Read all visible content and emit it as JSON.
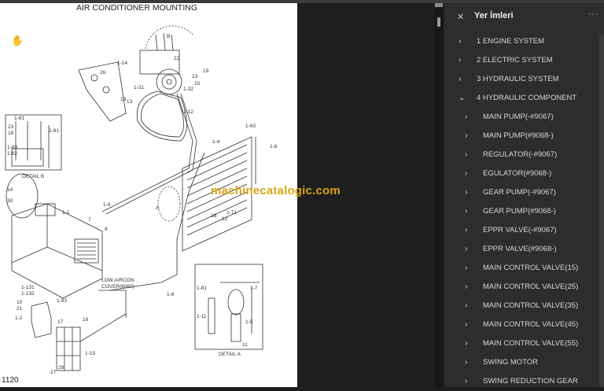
{
  "document": {
    "title": "AIR CONDITIONER MOUNTING",
    "page_number": "1120",
    "watermark": "machinecatalogic.com",
    "labels": {
      "b": "B",
      "a": "A",
      "l1_14": "1-14",
      "l26": "26",
      "l19a": "19",
      "l13a": "13",
      "l1_31": "1-31",
      "l1_32": "1-32",
      "l22": "22",
      "l19b": "19",
      "l13b": "13",
      "l15": "15",
      "l1_12": "1-12",
      "l1_4": "1-4",
      "l1_63a": "1-63",
      "l1_6": "1-6",
      "l1_61": "1-61",
      "l23": "23",
      "l18a": "18",
      "l1_91": "1-91",
      "l1_63b": "1-63",
      "l1_62": "1-62",
      "detail_b": "DETAIL B",
      "l14": "14",
      "l30": "30",
      "l1_1": "1-1",
      "l1_9": "1-9",
      "l7": "7",
      "l8": "8",
      "l18b": "18",
      "l12": "12",
      "l1_71": "1-71",
      "l1_8": "1-8",
      "l1_131": "1-131",
      "l1_132": "1-132",
      "l10": "10",
      "l21": "21",
      "l1_2": "1-2",
      "l1_93": "1-93",
      "l17": "17",
      "l16": "16",
      "l1_15": "1-15",
      "l28": "28",
      "l27": "27",
      "l1_81": "1-81",
      "l1_11": "1-11",
      "l1_5": "1-5",
      "l11": "11",
      "l1_7": "1-7",
      "detail_a": "DETAIL A",
      "low_aircon": "LOW AIRCON",
      "cover": "COVER(6060)"
    }
  },
  "sidebar": {
    "title": "Yer İmleri",
    "close_icon": "close-icon",
    "more_icon": "more-icon",
    "items": [
      {
        "label": "1 ENGINE SYSTEM",
        "level": 1,
        "expanded": false
      },
      {
        "label": "2 ELECTRIC SYSTEM",
        "level": 1,
        "expanded": false
      },
      {
        "label": "3 HYDRAULIC SYSTEM",
        "level": 1,
        "expanded": false
      },
      {
        "label": "4 HYDRAULIC COMPONENT",
        "level": 1,
        "expanded": true
      },
      {
        "label": "MAIN PUMP(-#9067)",
        "level": 2
      },
      {
        "label": "MAIN PUMP(#9068-)",
        "level": 2
      },
      {
        "label": "REGULATOR(-#9067)",
        "level": 2
      },
      {
        "label": "EGULATOR(#9068-)",
        "level": 2
      },
      {
        "label": "GEAR PUMP(-#9067)",
        "level": 2
      },
      {
        "label": "GEAR PUMP(#9068-)",
        "level": 2
      },
      {
        "label": "EPPR VALVE(-#9067)",
        "level": 2
      },
      {
        "label": "EPPR VALVE(#9068-)",
        "level": 2
      },
      {
        "label": "MAIN CONTROL VALVE(15)",
        "level": 2
      },
      {
        "label": "MAIN CONTROL VALVE(25)",
        "level": 2
      },
      {
        "label": "MAIN CONTROL VALVE(35)",
        "level": 2
      },
      {
        "label": "MAIN CONTROL VALVE(45)",
        "level": 2
      },
      {
        "label": "MAIN CONTROL VALVE(55)",
        "level": 2
      },
      {
        "label": "SWING MOTOR",
        "level": 2
      },
      {
        "label": "SWING REDUCTION GEAR",
        "level": 2
      }
    ]
  },
  "colors": {
    "watermark": "#d9a514",
    "sidebar_bg": "#2d2d2d",
    "viewer_bg": "#1e1e1e"
  }
}
